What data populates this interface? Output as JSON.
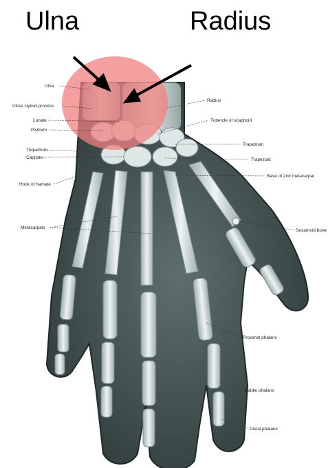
{
  "title_labels": {
    "left": "Ulna",
    "right": "Radius"
  },
  "highlight_color": "#f08080",
  "labels_left": {
    "ulna": "Ulna",
    "ulnar_styloid": "Ulnar styloid process",
    "lunate": "Lunate",
    "pisiform": "Pisiform",
    "triquetrum": "Triquetrum",
    "capitate": "Capitate",
    "hook_hamate": "Hook of hamate",
    "metacarpals": "Metacarpals"
  },
  "labels_right": {
    "radius": "Radius",
    "tubercle_scaphoid": "Tubercle of scaphoid",
    "trapezium": "Trapezium",
    "trapezoid": "Trapezoid",
    "base_2nd_metacarpal": "Base of 2nd metacarpal",
    "sesamoid": "Sesamoid bone",
    "proximal_phalanx": "Proximal phalanx",
    "middle_phalanx": "Middle phalanx",
    "distal_phalanx": "Distal phalanx"
  }
}
